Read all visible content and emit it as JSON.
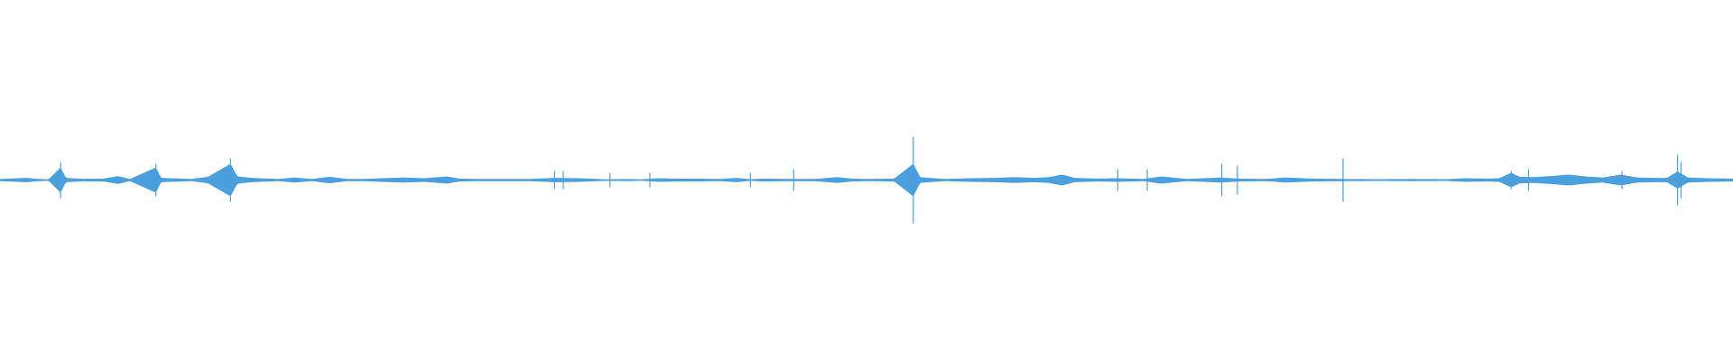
{
  "colors": {
    "background": "#ffffff",
    "waveform": "#4a9fdc"
  },
  "chart_data": {
    "type": "area",
    "title": "",
    "xlabel": "",
    "ylabel": "",
    "xlim": [
      0,
      1
    ],
    "ylim": [
      -1,
      1
    ],
    "grid": false,
    "series": [
      {
        "values": [
          [
            0.0,
            0.006
          ],
          [
            0.008,
            0.009
          ],
          [
            0.015,
            0.012
          ],
          [
            0.022,
            0.006
          ],
          [
            0.028,
            0.004
          ],
          [
            0.035,
            0.07
          ],
          [
            0.038,
            0.012
          ],
          [
            0.048,
            0.007
          ],
          [
            0.06,
            0.008
          ],
          [
            0.068,
            0.022
          ],
          [
            0.075,
            0.006
          ],
          [
            0.09,
            0.07
          ],
          [
            0.093,
            0.012
          ],
          [
            0.11,
            0.006
          ],
          [
            0.12,
            0.018
          ],
          [
            0.133,
            0.09
          ],
          [
            0.137,
            0.02
          ],
          [
            0.145,
            0.012
          ],
          [
            0.16,
            0.006
          ],
          [
            0.17,
            0.014
          ],
          [
            0.18,
            0.006
          ],
          [
            0.19,
            0.018
          ],
          [
            0.2,
            0.006
          ],
          [
            0.21,
            0.006
          ],
          [
            0.22,
            0.01
          ],
          [
            0.233,
            0.014
          ],
          [
            0.245,
            0.01
          ],
          [
            0.258,
            0.02
          ],
          [
            0.265,
            0.008
          ],
          [
            0.275,
            0.006
          ],
          [
            0.29,
            0.006
          ],
          [
            0.305,
            0.006
          ],
          [
            0.32,
            0.012
          ],
          [
            0.335,
            0.01
          ],
          [
            0.35,
            0.004
          ],
          [
            0.362,
            0.006
          ],
          [
            0.37,
            0.004
          ],
          [
            0.38,
            0.01
          ],
          [
            0.39,
            0.008
          ],
          [
            0.4,
            0.008
          ],
          [
            0.415,
            0.006
          ],
          [
            0.425,
            0.012
          ],
          [
            0.433,
            0.004
          ],
          [
            0.44,
            0.008
          ],
          [
            0.456,
            0.006
          ],
          [
            0.47,
            0.006
          ],
          [
            0.483,
            0.016
          ],
          [
            0.492,
            0.008
          ],
          [
            0.5,
            0.006
          ],
          [
            0.516,
            0.008
          ],
          [
            0.527,
            0.09
          ],
          [
            0.531,
            0.016
          ],
          [
            0.545,
            0.006
          ],
          [
            0.56,
            0.01
          ],
          [
            0.575,
            0.012
          ],
          [
            0.585,
            0.016
          ],
          [
            0.597,
            0.012
          ],
          [
            0.605,
            0.016
          ],
          [
            0.613,
            0.03
          ],
          [
            0.62,
            0.012
          ],
          [
            0.633,
            0.008
          ],
          [
            0.645,
            0.01
          ],
          [
            0.66,
            0.006
          ],
          [
            0.67,
            0.02
          ],
          [
            0.685,
            0.006
          ],
          [
            0.695,
            0.01
          ],
          [
            0.704,
            0.014
          ],
          [
            0.715,
            0.008
          ],
          [
            0.73,
            0.006
          ],
          [
            0.742,
            0.014
          ],
          [
            0.757,
            0.008
          ],
          [
            0.775,
            0.006
          ],
          [
            0.795,
            0.005
          ],
          [
            0.815,
            0.006
          ],
          [
            0.835,
            0.005
          ],
          [
            0.845,
            0.01
          ],
          [
            0.858,
            0.008
          ],
          [
            0.865,
            0.01
          ],
          [
            0.872,
            0.04
          ],
          [
            0.877,
            0.018
          ],
          [
            0.885,
            0.016
          ],
          [
            0.895,
            0.022
          ],
          [
            0.905,
            0.03
          ],
          [
            0.915,
            0.02
          ],
          [
            0.925,
            0.014
          ],
          [
            0.935,
            0.03
          ],
          [
            0.945,
            0.014
          ],
          [
            0.955,
            0.012
          ],
          [
            0.962,
            0.012
          ],
          [
            0.968,
            0.048
          ],
          [
            0.974,
            0.014
          ],
          [
            0.985,
            0.01
          ],
          [
            1.0,
            0.008
          ]
        ]
      }
    ],
    "spikes": [
      [
        0.035,
        0.1
      ],
      [
        0.09,
        0.09
      ],
      [
        0.133,
        0.12
      ],
      [
        0.32,
        0.05
      ],
      [
        0.325,
        0.05
      ],
      [
        0.352,
        0.04
      ],
      [
        0.375,
        0.04
      ],
      [
        0.433,
        0.04
      ],
      [
        0.458,
        0.06
      ],
      [
        0.527,
        0.24
      ],
      [
        0.645,
        0.06
      ],
      [
        0.662,
        0.06
      ],
      [
        0.705,
        0.09
      ],
      [
        0.714,
        0.08
      ],
      [
        0.775,
        0.12
      ],
      [
        0.872,
        0.05
      ],
      [
        0.882,
        0.06
      ],
      [
        0.936,
        0.05
      ],
      [
        0.968,
        0.14
      ],
      [
        0.97,
        0.1
      ]
    ]
  }
}
